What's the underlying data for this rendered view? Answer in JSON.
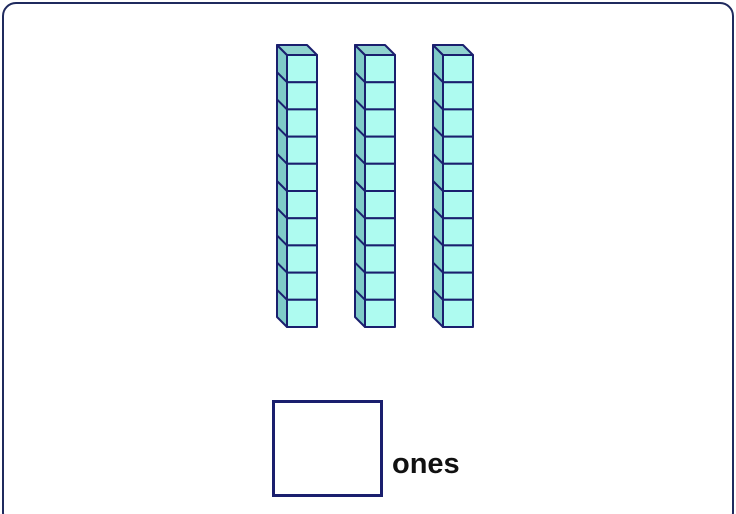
{
  "blocks": {
    "rod_count": 3,
    "cubes_per_rod": 10,
    "face_color": "#aefbf0",
    "top_color": "#8fd3cf",
    "side_color": "#7fcbc8",
    "outline_color": "#1a1f6e"
  },
  "answer": {
    "value": "",
    "unit_label": "ones"
  },
  "colors": {
    "card_border": "#1f2a5e",
    "text": "#111111"
  }
}
